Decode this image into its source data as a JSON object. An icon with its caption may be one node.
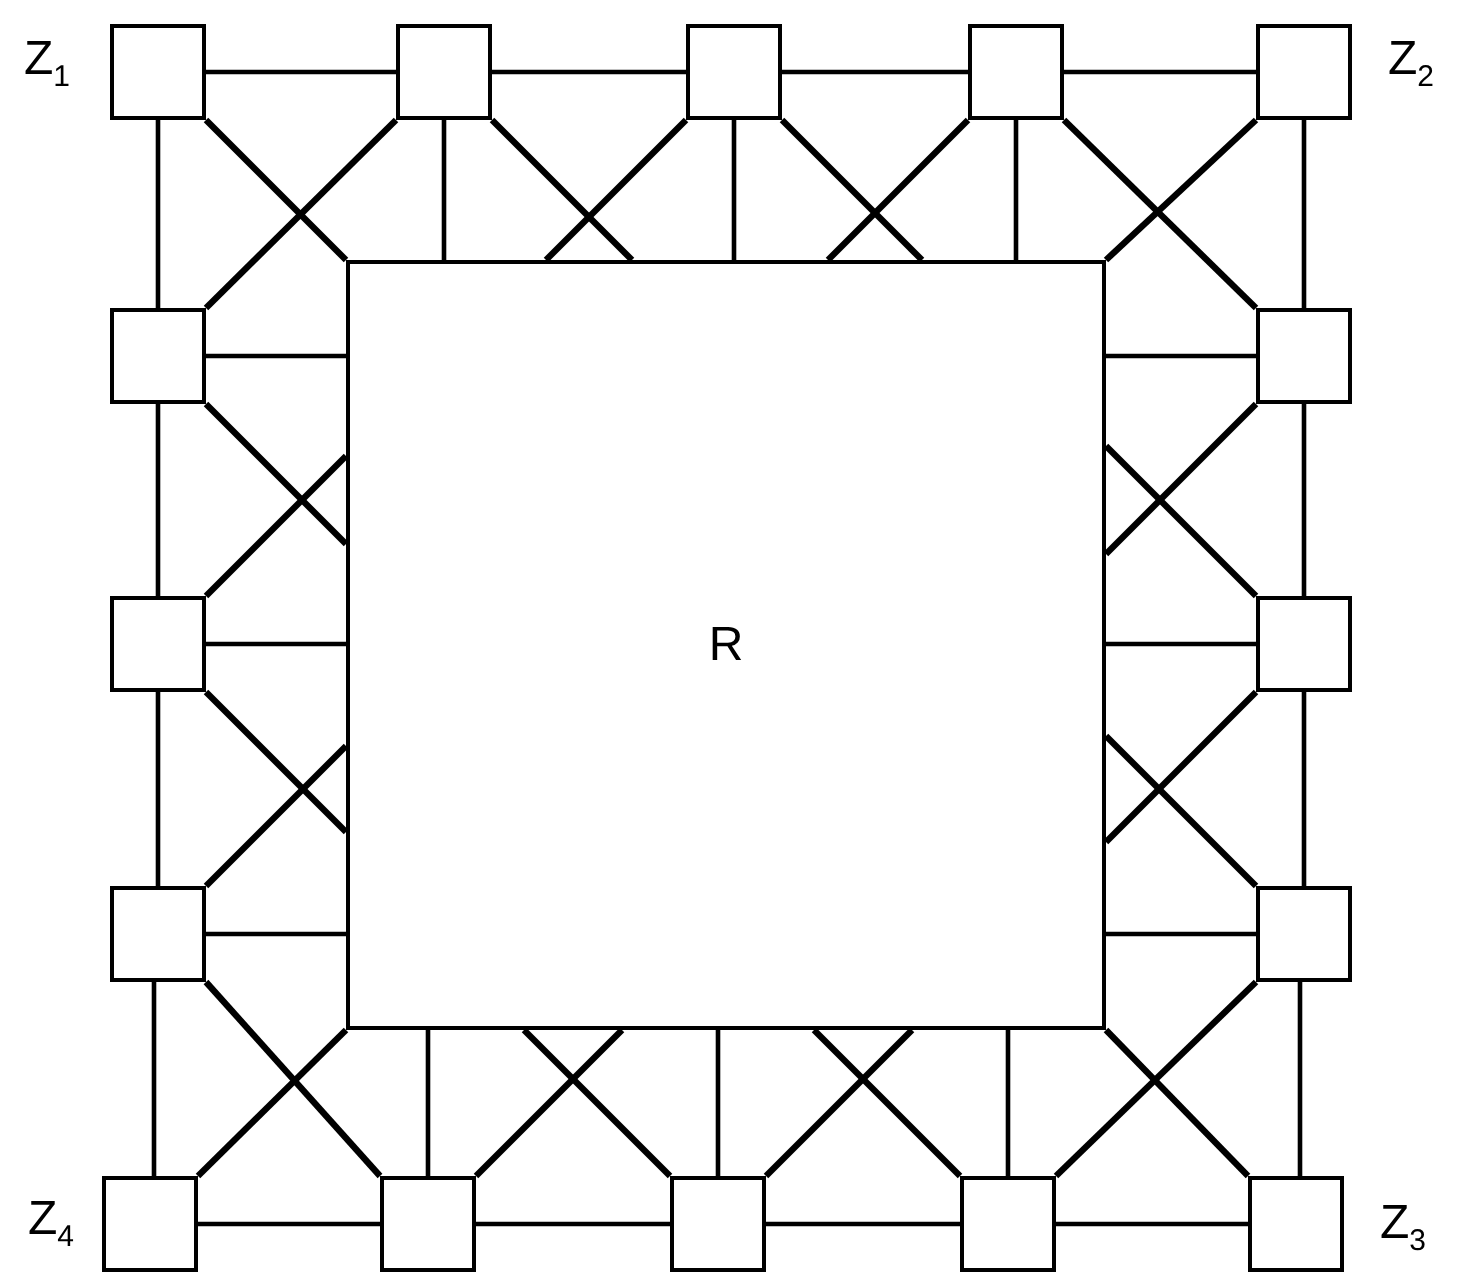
{
  "diagram": {
    "nodes": [
      {
        "text": [],
        "shape": "box",
        "beside": [
          "Z$_{1}$"
        ]
      },
      {
        "text": [],
        "shape": "box"
      },
      {
        "text": [],
        "shape": "box"
      },
      {
        "text": [],
        "shape": "box"
      },
      {
        "text": [],
        "shape": "box",
        "beside": [
          "Z$_{2}$"
        ]
      },
      {
        "text": [],
        "shape": "box"
      },
      {
        "text": [],
        "shape": "box"
      },
      {
        "text": [],
        "shape": "box"
      },
      {
        "text": [
          "R"
        ]
      },
      {
        "text": [],
        "shape": "box"
      },
      {
        "text": [],
        "shape": "box"
      },
      {
        "text": [],
        "shape": "box"
      },
      {
        "text": [],
        "shape": "box",
        "beside": [
          "Z$_{4}$"
        ]
      },
      {
        "text": [],
        "shape": "box"
      },
      {
        "text": [],
        "shape": "box"
      },
      {
        "text": [],
        "shape": "box"
      },
      {
        "text": [],
        "shape": "box",
        "beside": [
          "Z$_{3}$"
        ]
      }
    ],
    "edges": [
      {
        "from": 0,
        "to": 1,
        "arrow": "none"
      },
      {
        "from": 1,
        "to": 2,
        "arrow": "none"
      },
      {
        "from": 2,
        "to": 3,
        "arrow": "none"
      },
      {
        "from": 3,
        "to": 4,
        "arrow": "none"
      },
      {
        "from": 4,
        "to": 6,
        "arrow": "none"
      },
      {
        "from": 6,
        "to": 9,
        "arrow": "none"
      },
      {
        "from": 9,
        "to": 11,
        "arrow": "none"
      },
      {
        "from": 11,
        "to": 16,
        "arrow": "none"
      },
      {
        "from": 16,
        "to": 15,
        "arrow": "none"
      },
      {
        "from": 15,
        "to": 14,
        "arrow": "none"
      },
      {
        "from": 14,
        "to": 13,
        "arrow": "none"
      },
      {
        "from": 13,
        "to": 12,
        "arrow": "none"
      },
      {
        "from": 12,
        "to": 10,
        "arrow": "none"
      },
      {
        "from": 10,
        "to": 7,
        "arrow": "none"
      },
      {
        "from": 7,
        "to": 5,
        "arrow": "none"
      },
      {
        "from": 5,
        "to": 0,
        "arrow": "none"
      },
      {
        "from": 1,
        "to": 8,
        "arrow": "none"
      },
      {
        "from": 2,
        "to": 8,
        "arrow": "none"
      },
      {
        "from": 3,
        "to": 8,
        "arrow": "none"
      },
      {
        "from": 5,
        "to": 8,
        "arrow": "none"
      },
      {
        "from": 6,
        "to": 8,
        "arrow": "none"
      },
      {
        "from": 7,
        "to": 8,
        "arrow": "none"
      },
      {
        "from": 9,
        "to": 8,
        "arrow": "none"
      },
      {
        "from": 10,
        "to": 8,
        "arrow": "none"
      },
      {
        "from": 11,
        "to": 8,
        "arrow": "none"
      },
      {
        "from": 13,
        "to": 8,
        "arrow": "none"
      },
      {
        "from": 14,
        "to": 8,
        "arrow": "none"
      },
      {
        "from": 15,
        "to": 8,
        "arrow": "none"
      },
      {
        "from": 0,
        "to": 8,
        "arrow": "none"
      },
      {
        "from": 4,
        "to": 8,
        "arrow": "none"
      },
      {
        "from": 12,
        "to": 8,
        "arrow": "none"
      },
      {
        "from": 16,
        "to": 8,
        "arrow": "none"
      },
      {
        "from": 1,
        "to": 5,
        "arrow": "none"
      },
      {
        "from": 3,
        "to": 6,
        "arrow": "none"
      },
      {
        "from": 10,
        "to": 13,
        "arrow": "none"
      },
      {
        "from": 11,
        "to": 15,
        "arrow": "none"
      },
      {
        "from": 1,
        "to": 8,
        "arrow": "none"
      },
      {
        "from": 2,
        "to": 8,
        "arrow": "none"
      },
      {
        "from": 2,
        "to": 8,
        "arrow": "none"
      },
      {
        "from": 3,
        "to": 8,
        "arrow": "none"
      },
      {
        "from": 13,
        "to": 8,
        "arrow": "none"
      },
      {
        "from": 14,
        "to": 8,
        "arrow": "none"
      },
      {
        "from": 14,
        "to": 8,
        "arrow": "none"
      },
      {
        "from": 15,
        "to": 8,
        "arrow": "none"
      },
      {
        "from": 5,
        "to": 8,
        "arrow": "none"
      },
      {
        "from": 7,
        "to": 8,
        "arrow": "none"
      },
      {
        "from": 7,
        "to": 8,
        "arrow": "none"
      },
      {
        "from": 10,
        "to": 8,
        "arrow": "none"
      },
      {
        "from": 6,
        "to": 8,
        "arrow": "none"
      },
      {
        "from": 9,
        "to": 8,
        "arrow": "none"
      },
      {
        "from": 9,
        "to": 8,
        "arrow": "none"
      },
      {
        "from": 11,
        "to": 8,
        "arrow": "none"
      }
    ]
  }
}
